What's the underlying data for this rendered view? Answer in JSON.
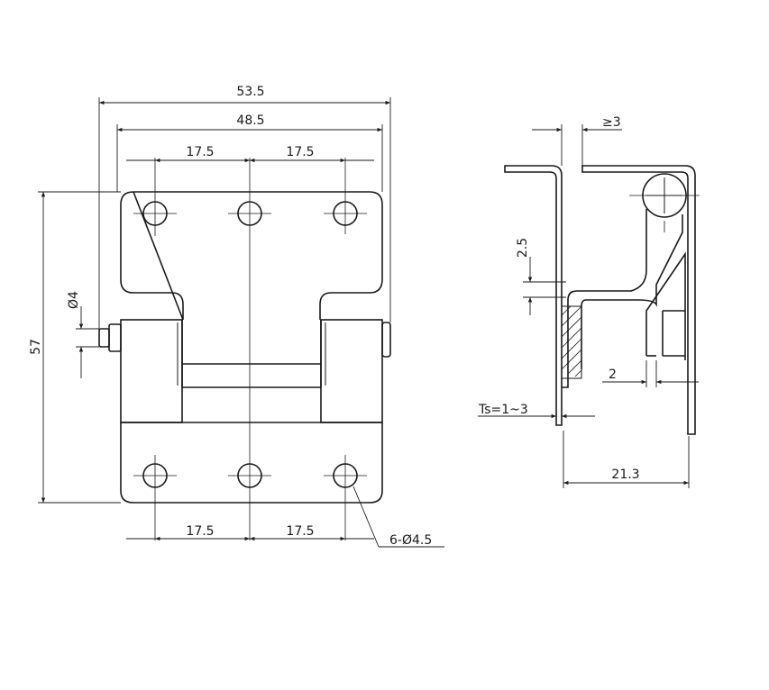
{
  "front_view": {
    "overall_width": "53.5",
    "plate_width": "48.5",
    "top_pitch_left": "17.5",
    "top_pitch_right": "17.5",
    "bottom_pitch_left": "17.5",
    "bottom_pitch_right": "17.5",
    "height": "57",
    "pin_diameter": "Ø4",
    "hole_callout": "6-Ø4.5"
  },
  "side_view": {
    "clearance": "≥3",
    "offset": "2.5",
    "gap": "2",
    "sheet_thickness": "Ts=1~3",
    "depth": "21.3"
  }
}
